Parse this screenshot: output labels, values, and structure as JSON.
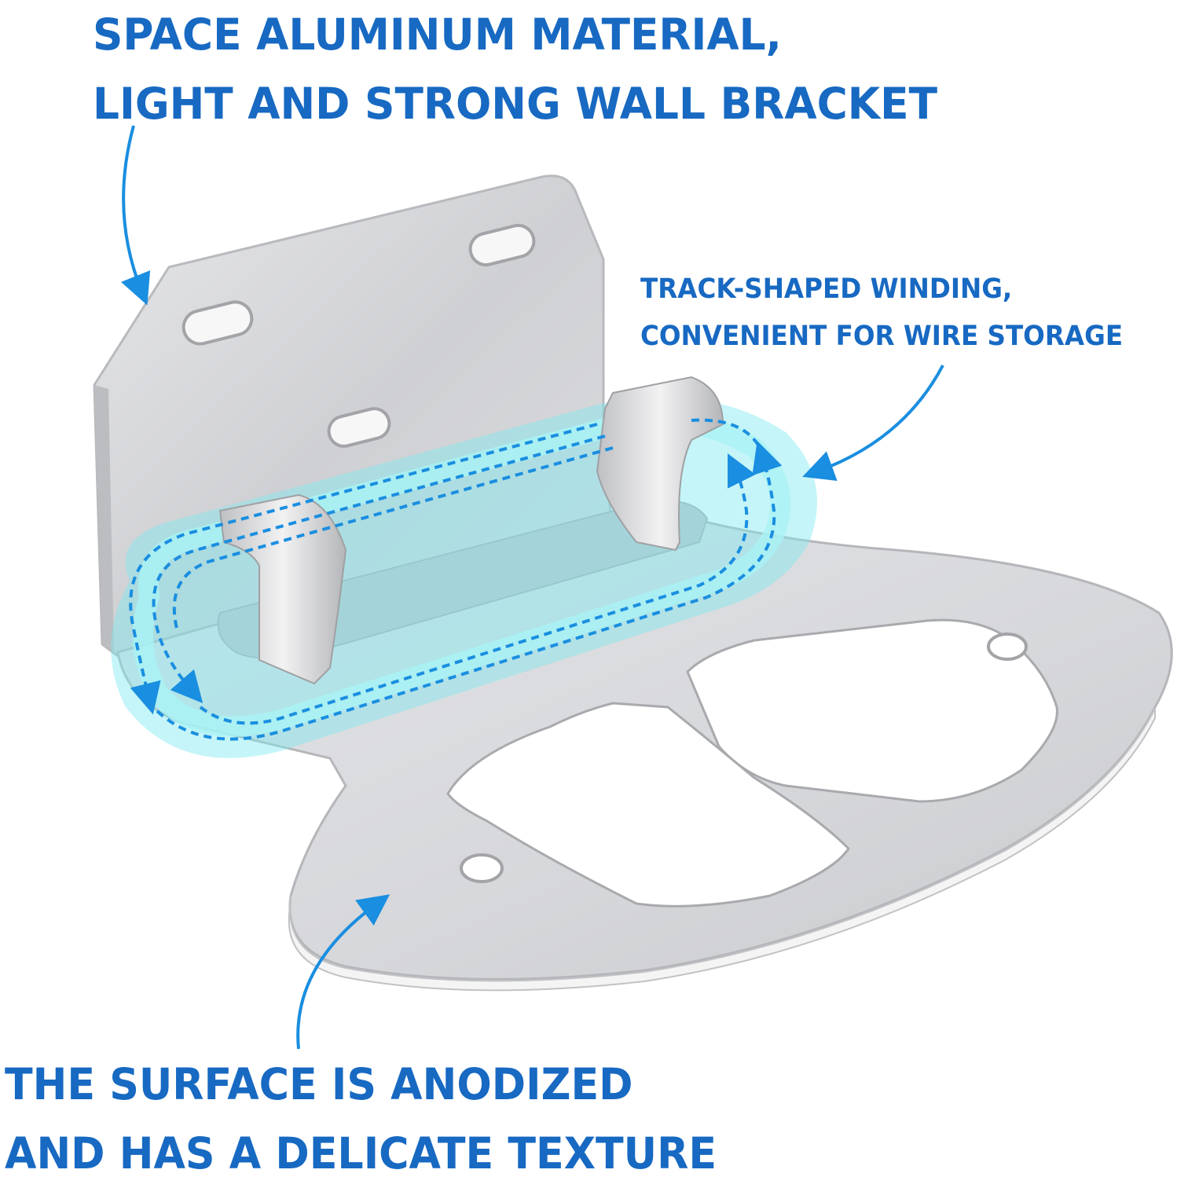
{
  "headline_top": {
    "line1": "SPACE ALUMINUM MATERIAL,",
    "line2": "LIGHT AND STRONG WALL BRACKET"
  },
  "callout_track": {
    "line1": "TRACK-SHAPED WINDING,",
    "line2": "CONVENIENT FOR WIRE STORAGE"
  },
  "headline_bottom": {
    "line1": "THE SURFACE IS ANODIZED",
    "line2": "AND HAS A DELICATE TEXTURE"
  },
  "colors": {
    "text_blue": "#1769c2",
    "arrow_blue": "#1a8ee0",
    "track_highlight": "#7fe9ef",
    "aluminum": "#d4d5d8"
  }
}
